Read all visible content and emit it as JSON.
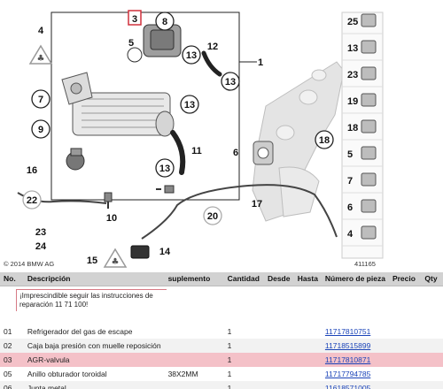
{
  "diagram": {
    "callouts": [
      "3",
      "5",
      "8",
      "13",
      "12",
      "13",
      "1",
      "7",
      "13",
      "9",
      "11",
      "6",
      "16",
      "10",
      "15",
      "17",
      "20",
      "14",
      "22",
      "23",
      "24",
      "4",
      "18",
      "13"
    ],
    "side_items": [
      "25",
      "13",
      "23",
      "19",
      "18",
      "5",
      "7",
      "6",
      "4"
    ],
    "copyright": "© 2014 BMW AG",
    "ref_number": "411165"
  },
  "table": {
    "headers": {
      "no": "No.",
      "description": "Descripción",
      "supplement": "suplemento",
      "quantity": "Cantidad",
      "from": "Desde",
      "to": "Hasta",
      "part_number": "Número de pieza",
      "price": "Precio",
      "qty": "Qty"
    },
    "note": "¡Imprescindible seguir las instrucciones de reparación 11 71 100!",
    "rows": [
      {
        "no": "01",
        "description": "Refrigerador del gas de escape",
        "supplement": "",
        "quantity": "1",
        "part_number": "11717810751"
      },
      {
        "no": "02",
        "description": "Caja baja presión con muelle reposición",
        "supplement": "",
        "quantity": "1",
        "part_number": "11718515899"
      },
      {
        "no": "03",
        "description": "AGR-valvula",
        "supplement": "",
        "quantity": "1",
        "part_number": "11717810871"
      },
      {
        "no": "05",
        "description": "Anillo obturador toroidal",
        "supplement": "38X2MM",
        "quantity": "1",
        "part_number": "11717794785"
      },
      {
        "no": "06",
        "description": "Junta metal",
        "supplement": "",
        "quantity": "1",
        "part_number": "11618571005"
      }
    ]
  }
}
